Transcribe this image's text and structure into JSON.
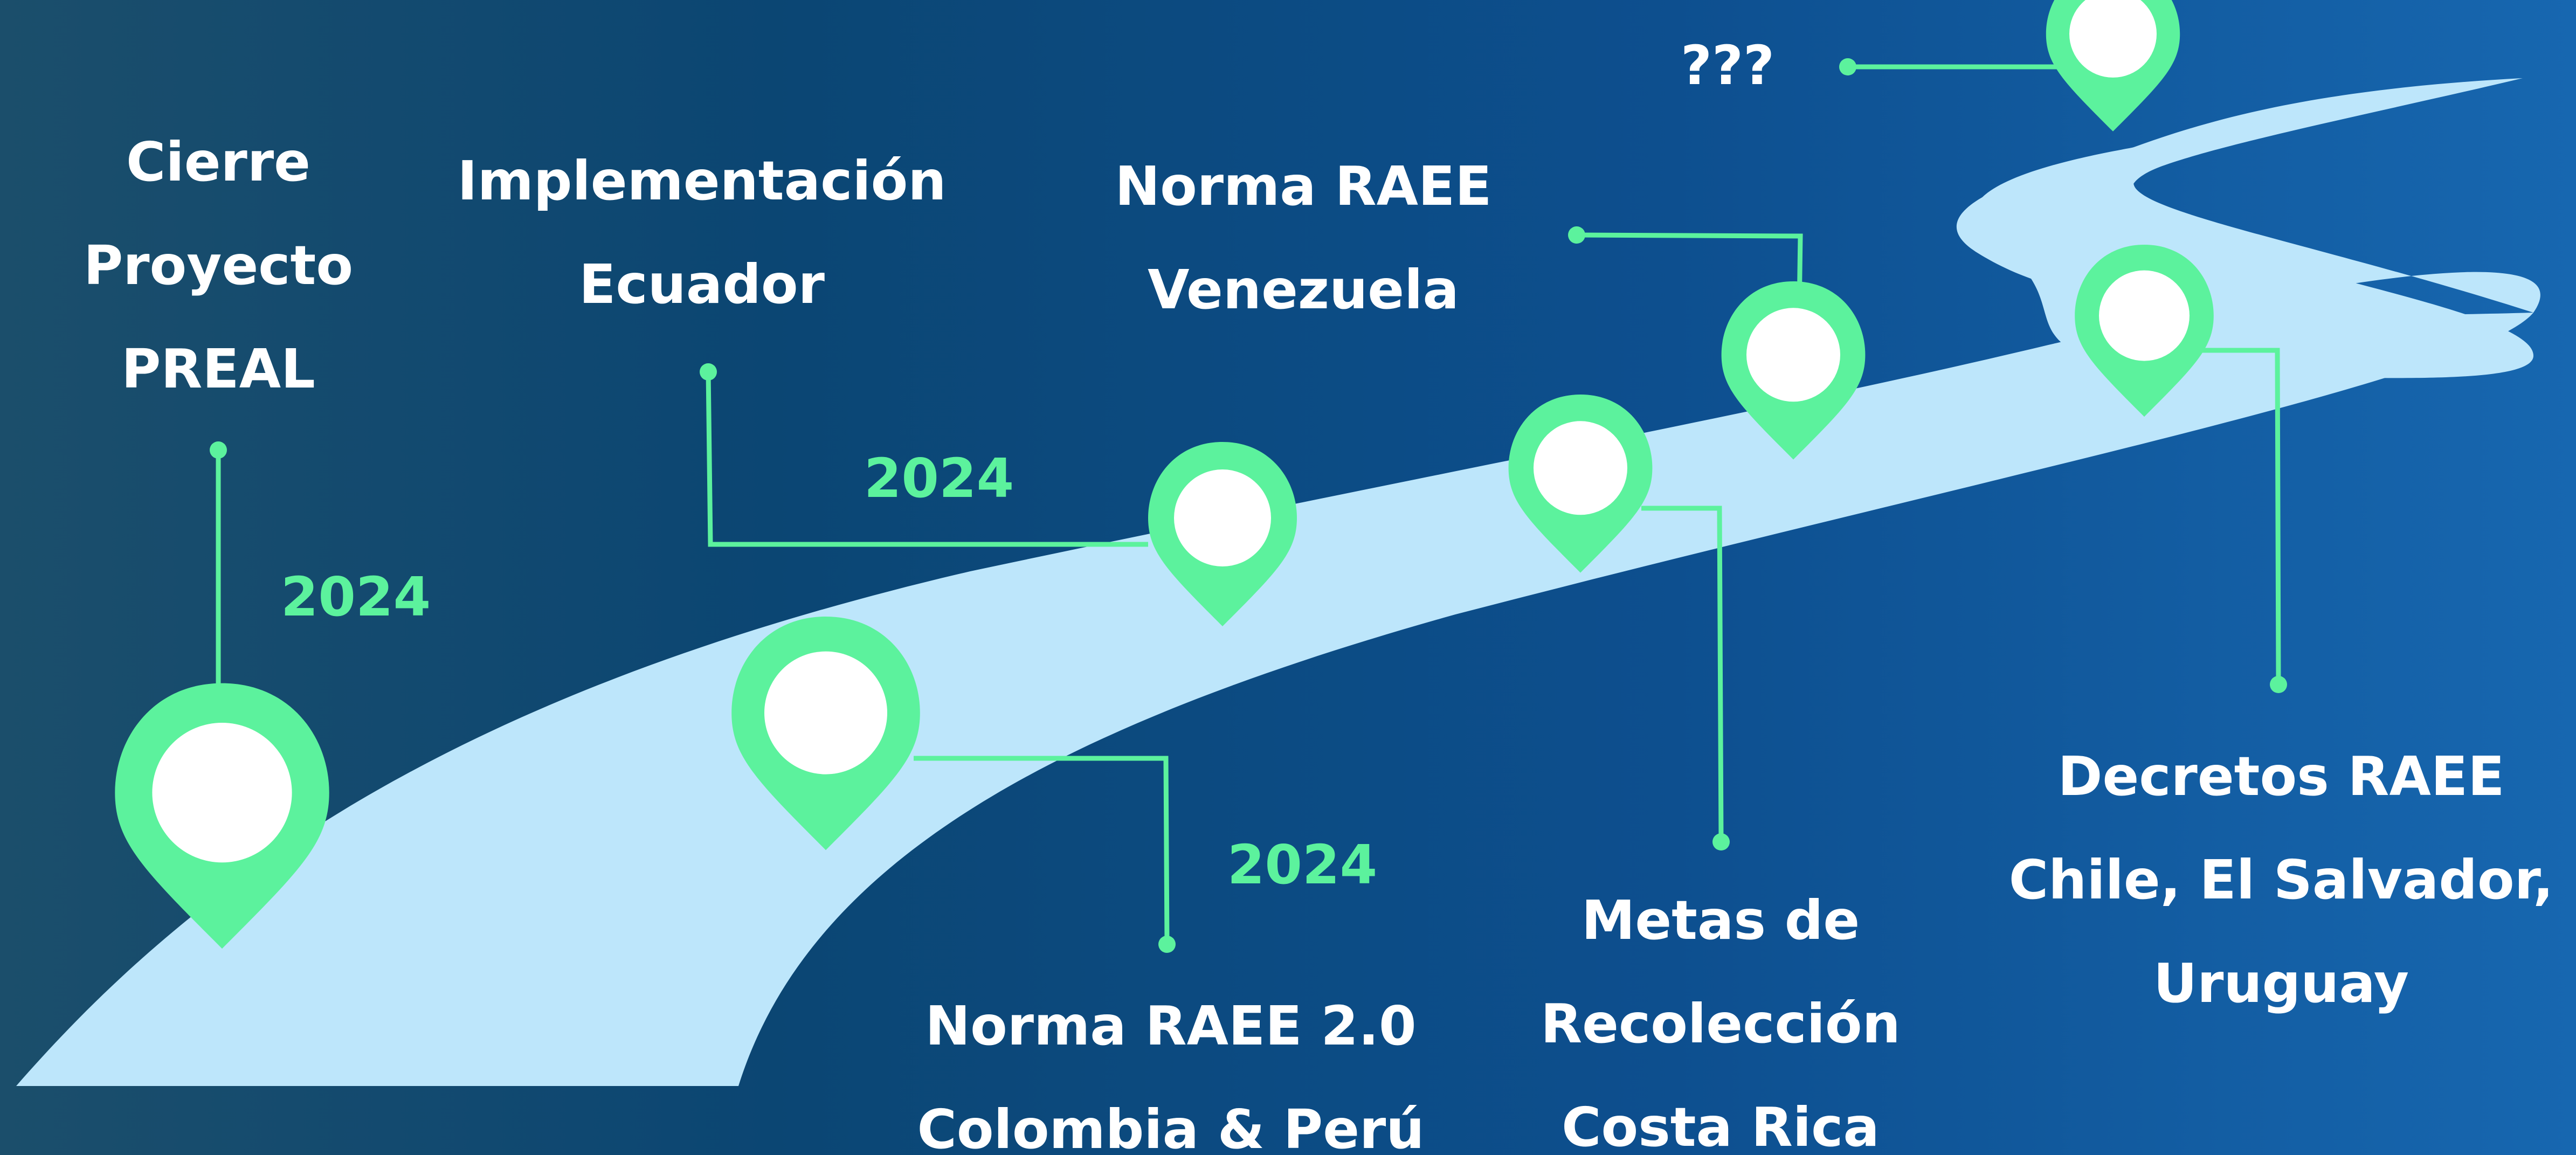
{
  "colors": {
    "road": "#bde6fb",
    "accent": "#5cf29d",
    "pin_center": "#ffffff",
    "text": "#ffffff"
  },
  "milestones": [
    {
      "id": "cierre",
      "lines": [
        "Cierre",
        "Proyecto",
        "PREAL"
      ],
      "year": "2024"
    },
    {
      "id": "ecuador",
      "lines": [
        "Implementación",
        "Ecuador"
      ],
      "year": "2024"
    },
    {
      "id": "colombia-peru",
      "lines": [
        "Norma RAEE 2.0",
        "Colombia & Perú"
      ],
      "year": "2024"
    },
    {
      "id": "venezuela",
      "lines": [
        "Norma RAEE",
        "Venezuela"
      ],
      "year": ""
    },
    {
      "id": "costa-rica",
      "lines": [
        "Metas de",
        "Recolección",
        "Costa Rica"
      ],
      "year": ""
    },
    {
      "id": "decretos",
      "lines": [
        "Decretos RAEE",
        "Chile, El Salvador,",
        "Uruguay"
      ],
      "year": ""
    },
    {
      "id": "unknown",
      "lines": [
        "???"
      ],
      "year": ""
    }
  ]
}
